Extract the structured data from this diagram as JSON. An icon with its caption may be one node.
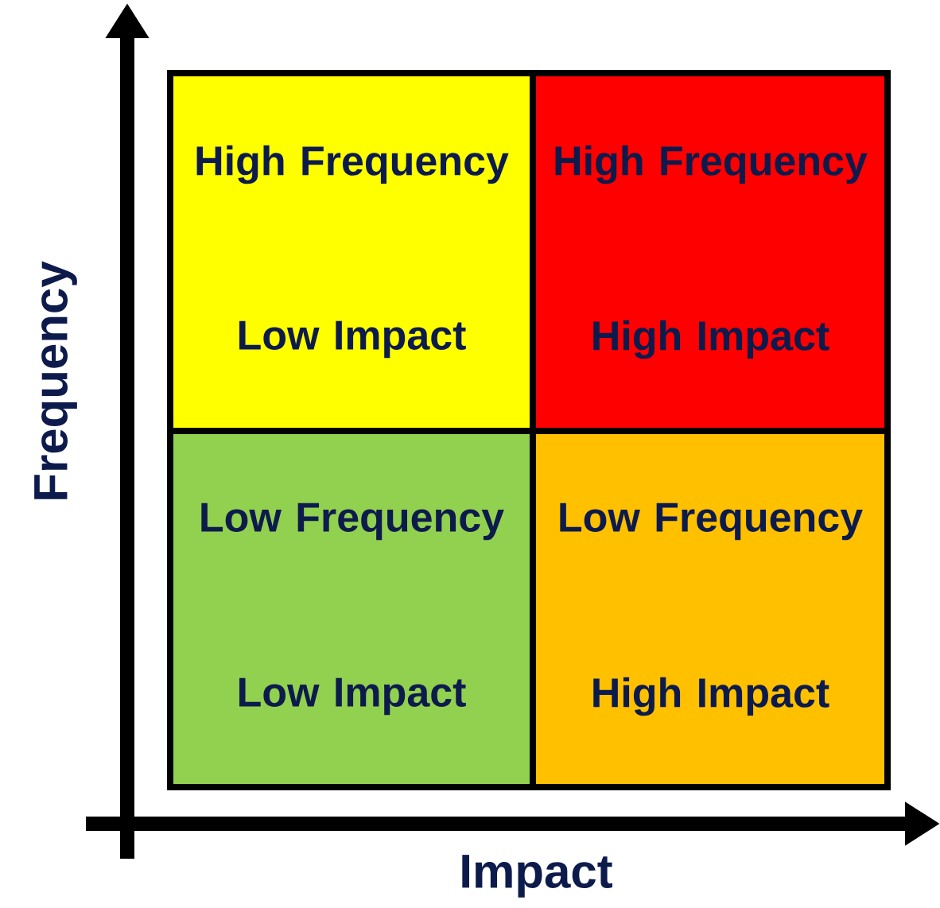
{
  "diagram": {
    "nodes": [
      {
        "text": [
          "High Frequency",
          "Low Impact"
        ]
      },
      {
        "text": [
          "High Frequency",
          "High Impact"
        ]
      },
      {
        "text": [
          "Low Frequency",
          "Low Impact"
        ]
      },
      {
        "text": [
          "Low Frequency",
          "High Impact"
        ]
      }
    ],
    "labels": [
      "Frequency",
      "Impact"
    ]
  }
}
